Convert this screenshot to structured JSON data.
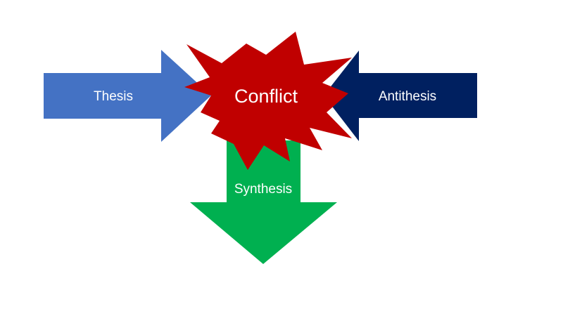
{
  "diagram": {
    "thesis": {
      "label": "Thesis",
      "color": "#4472C4"
    },
    "antithesis": {
      "label": "Antithesis",
      "color": "#002060"
    },
    "conflict": {
      "label": "Conflict",
      "color": "#C00000"
    },
    "synthesis": {
      "label": "Synthesis",
      "color": "#00B050"
    }
  }
}
